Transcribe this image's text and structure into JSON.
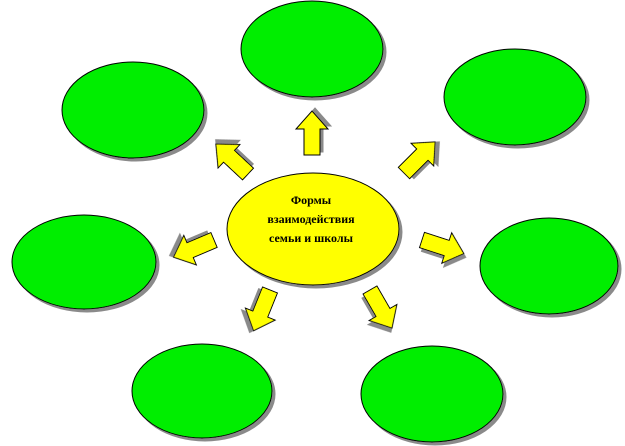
{
  "center": {
    "lines": [
      "Формы",
      "взаимодействия",
      "семьи и школы"
    ],
    "fill": "#ffff00"
  },
  "satellite_fill": "#00ee00",
  "arrow_fill": "#ffff00",
  "satellites": [
    "",
    "",
    "",
    "",
    "",
    "",
    ""
  ]
}
